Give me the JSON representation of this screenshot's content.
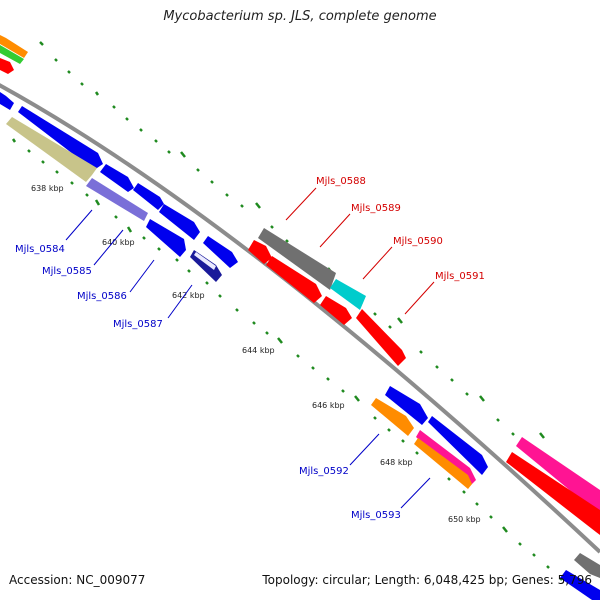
{
  "title": "Mycobacterium sp. JLS, complete genome",
  "footer": {
    "accession": "Accession: NC_009077",
    "stats": "Topology: circular; Length: 6,048,425 bp; Genes: 5,796"
  },
  "colors": {
    "background": "#ffffff",
    "backbone": "#8c8c8c",
    "tick": "#1f8a1f",
    "forward_label": "#d40000",
    "reverse_label": "#0000c8",
    "blue_gene": "#0000ee",
    "red_gene": "#ff0000",
    "gray_gene": "#707070",
    "cyan_gene": "#00cccc",
    "khaki_gene": "#c8c48a",
    "slate_gene": "#7a6fd8",
    "orange_gene": "#ff8c00",
    "pink_gene": "#ff1493",
    "green_gene": "#33cc33"
  },
  "kbp_labels": [
    "638 kbp",
    "640 kbp",
    "642 kbp",
    "644 kbp",
    "646 kbp",
    "648 kbp",
    "650 kbp"
  ],
  "gene_labels_reverse": [
    "Mjls_0584",
    "Mjls_0585",
    "Mjls_0586",
    "Mjls_0587",
    "Mjls_0592",
    "Mjls_0593"
  ],
  "gene_labels_forward": [
    "Mjls_0588",
    "Mjls_0589",
    "Mjls_0590",
    "Mjls_0591"
  ]
}
